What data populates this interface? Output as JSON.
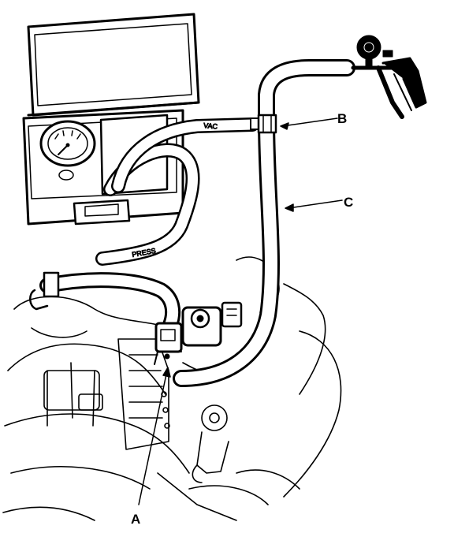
{
  "callouts": {
    "a": "A",
    "b": "B",
    "c": "C"
  },
  "hose_labels": {
    "vac": "VAC",
    "press": "PRESS"
  },
  "colors": {
    "ink": "#000000",
    "paper": "#ffffff"
  }
}
